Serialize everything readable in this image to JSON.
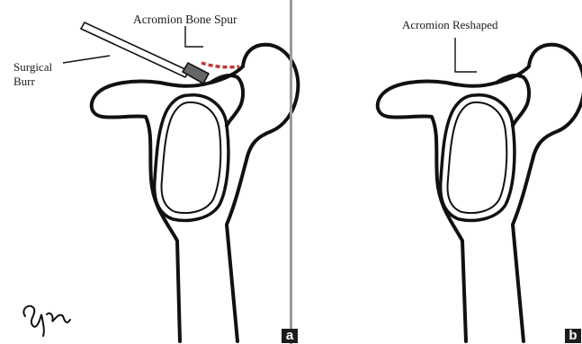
{
  "labels": {
    "bone_spur": "Acromion Bone Spur",
    "reshaped": "Acromion Reshaped",
    "burr_line1": "Surgical",
    "burr_line2": "Burr"
  },
  "panels": {
    "a": "a",
    "b": "b"
  },
  "colors": {
    "outline": "#111111",
    "spur": "#c0393b",
    "burr_tip": "#666666",
    "tag_bg": "#1c1c1c",
    "divider": "#9a9a9a"
  },
  "icons": {
    "signature": "artist-signature"
  }
}
